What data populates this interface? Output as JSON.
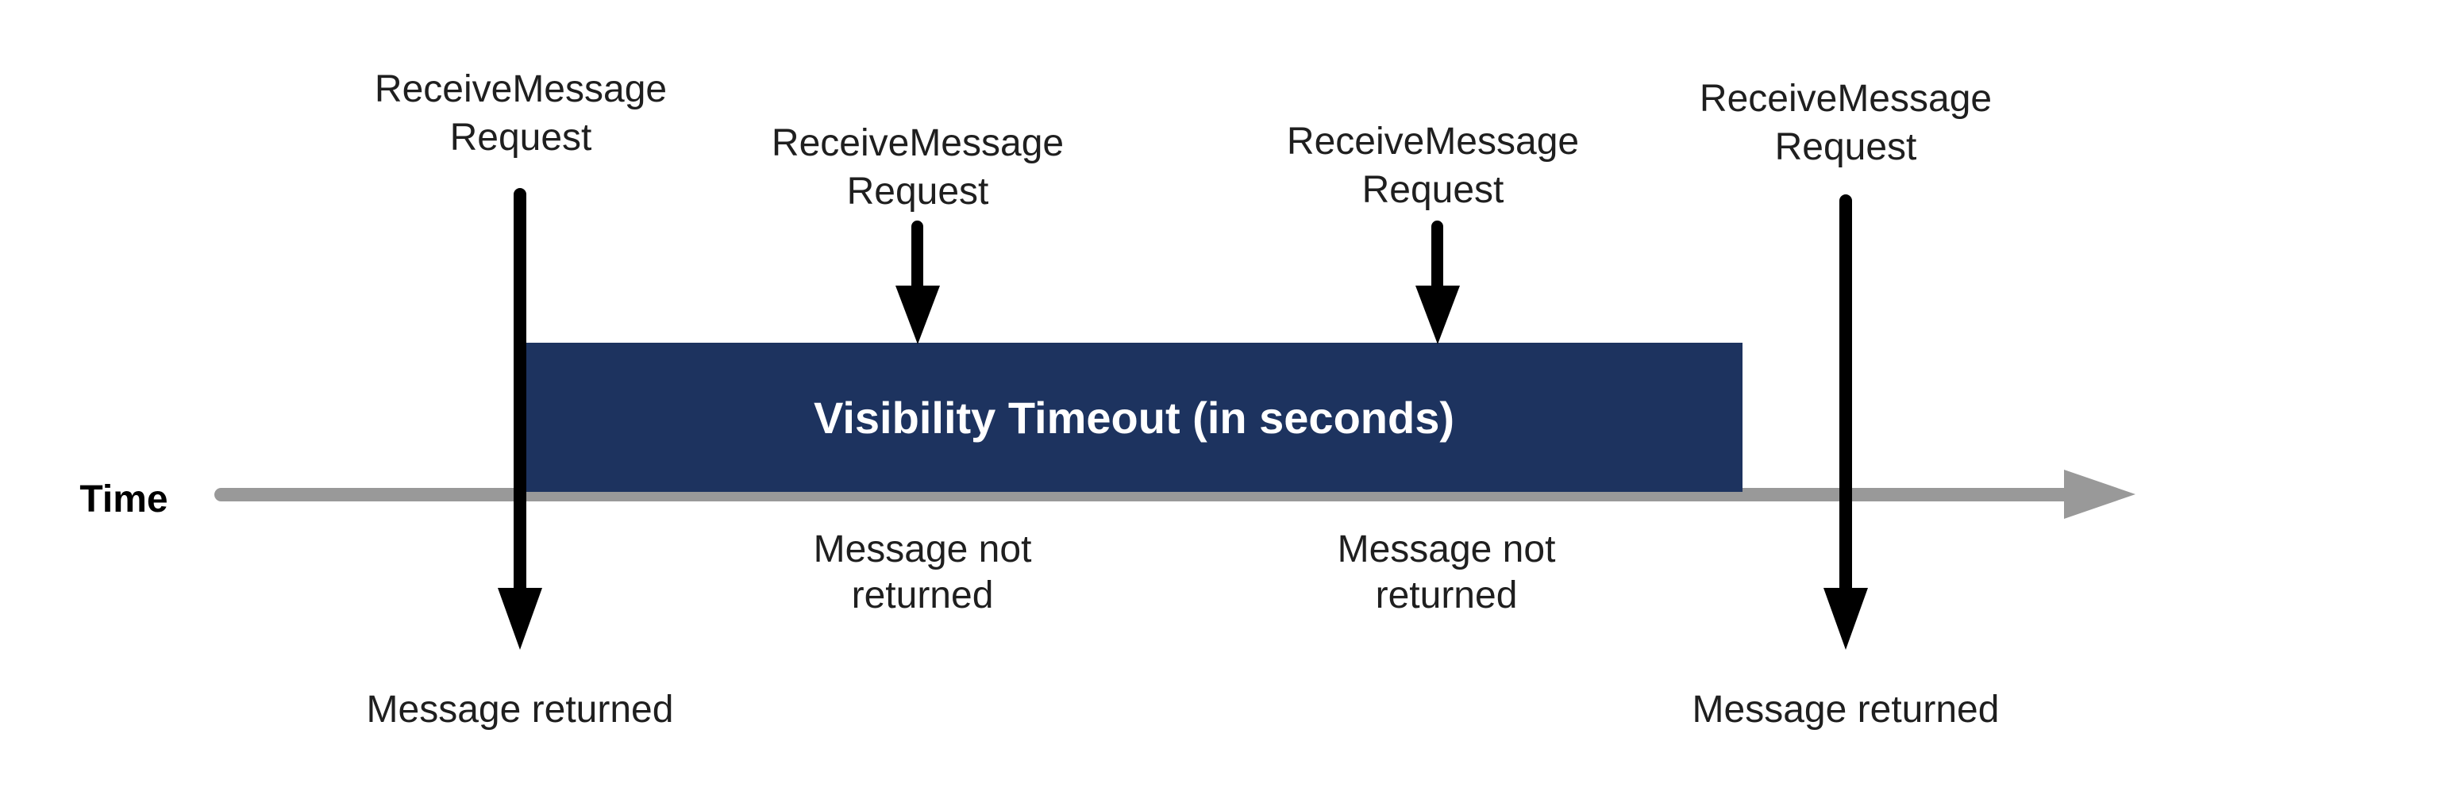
{
  "diagram": {
    "timeline": {
      "label": "Time",
      "color": "#999999"
    },
    "visibility_box": {
      "label": "Visibility Timeout (in seconds)",
      "color": "#1d335f",
      "text_color": "#ffffff"
    },
    "colors": {
      "arrow": "#000000",
      "label_text": "#1f1f1f",
      "background": "#ffffff"
    },
    "events": [
      {
        "request_label": "ReceiveMessage\nRequest",
        "result_label": "Message returned",
        "message_returned": true
      },
      {
        "request_label": "ReceiveMessage\nRequest",
        "result_label": "Message not\nreturned",
        "message_returned": false
      },
      {
        "request_label": "ReceiveMessage\nRequest",
        "result_label": "Message not\nreturned",
        "message_returned": false
      },
      {
        "request_label": "ReceiveMessage\nRequest",
        "result_label": "Message returned",
        "message_returned": true
      }
    ]
  }
}
